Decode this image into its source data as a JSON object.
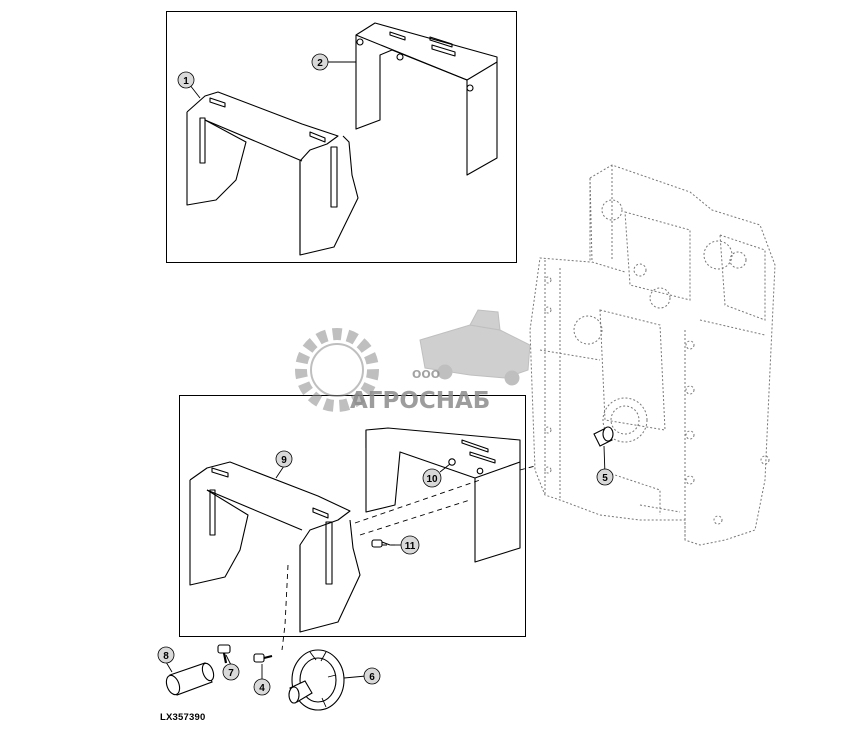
{
  "figure": {
    "id": "LX357390"
  },
  "callouts": [
    {
      "label": "1"
    },
    {
      "label": "2"
    },
    {
      "label": "4"
    },
    {
      "label": "5"
    },
    {
      "label": "6"
    },
    {
      "label": "7"
    },
    {
      "label": "8"
    },
    {
      "label": "9"
    },
    {
      "label": "10"
    },
    {
      "label": "11"
    }
  ],
  "watermark": {
    "small_text": "ООО",
    "brand": "АГРОСНАБ",
    "color": "#8c8c8c"
  },
  "colors": {
    "line": "#000000",
    "dotted": "#777777",
    "callout_fill": "#d9d9d9"
  }
}
